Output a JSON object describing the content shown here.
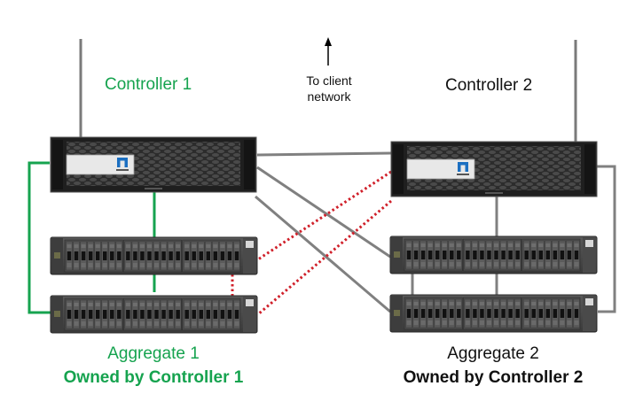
{
  "diagram": {
    "controllers": [
      {
        "id": "controller-1",
        "label": "Controller 1",
        "color": "#16a34f",
        "logo_color": "#1b6fc1"
      },
      {
        "id": "controller-2",
        "label": "Controller 2",
        "color": "#111111",
        "logo_color": "#1b6fc1"
      }
    ],
    "aggregates": [
      {
        "id": "aggregate-1",
        "label": "Aggregate 1",
        "owner_label": "Owned by Controller 1",
        "color": "#16a34f",
        "shelves": 2,
        "drives_per_shelf": 24
      },
      {
        "id": "aggregate-2",
        "label": "Aggregate 2",
        "owner_label": "Owned by Controller 2",
        "color": "#111111",
        "shelves": 2,
        "drives_per_shelf": 24
      }
    ],
    "client_network": {
      "label_line1": "To client",
      "label_line2": "network",
      "direction": "up"
    },
    "cable_colors": {
      "controller1_primary": "#16a34f",
      "controller2_primary": "#808080",
      "interconnect": "#808080",
      "failover_path": "#d0202a"
    },
    "legend_semantics": {
      "solid_green": "Controller 1 owned path",
      "solid_gray": "Controller 2 owned path / HA interconnect",
      "dotted_red": "Alternate (standby) path"
    }
  }
}
